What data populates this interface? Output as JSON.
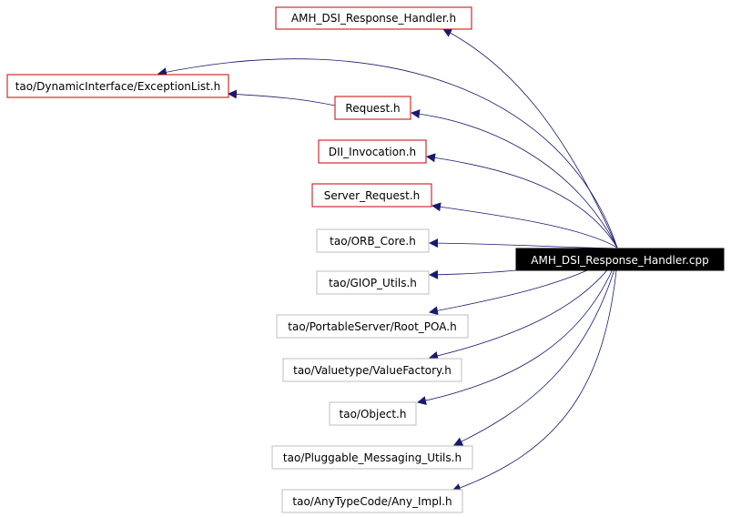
{
  "diagram": {
    "root": "AMH_DSI_Response_Handler.cpp",
    "nodes": [
      {
        "id": "amh_dsi_rh_h",
        "label": "AMH_DSI_Response_Handler.h",
        "documented": true
      },
      {
        "id": "exception_list",
        "label": "tao/DynamicInterface/ExceptionList.h",
        "documented": true
      },
      {
        "id": "request_h",
        "label": "Request.h",
        "documented": true
      },
      {
        "id": "dii_invocation",
        "label": "DII_Invocation.h",
        "documented": true
      },
      {
        "id": "server_request",
        "label": "Server_Request.h",
        "documented": true
      },
      {
        "id": "orb_core",
        "label": "tao/ORB_Core.h",
        "documented": false
      },
      {
        "id": "giop_utils",
        "label": "tao/GIOP_Utils.h",
        "documented": false
      },
      {
        "id": "root_poa",
        "label": "tao/PortableServer/Root_POA.h",
        "documented": false
      },
      {
        "id": "value_factory",
        "label": "tao/Valuetype/ValueFactory.h",
        "documented": false
      },
      {
        "id": "object_h",
        "label": "tao/Object.h",
        "documented": false
      },
      {
        "id": "pluggable_msg",
        "label": "tao/Pluggable_Messaging_Utils.h",
        "documented": false
      },
      {
        "id": "any_impl",
        "label": "tao/AnyTypeCode/Any_Impl.h",
        "documented": false
      }
    ],
    "edges": [
      {
        "from": "root",
        "to": "amh_dsi_rh_h"
      },
      {
        "from": "root",
        "to": "exception_list"
      },
      {
        "from": "root",
        "to": "request_h"
      },
      {
        "from": "root",
        "to": "dii_invocation"
      },
      {
        "from": "root",
        "to": "server_request"
      },
      {
        "from": "root",
        "to": "orb_core"
      },
      {
        "from": "root",
        "to": "giop_utils"
      },
      {
        "from": "root",
        "to": "root_poa"
      },
      {
        "from": "root",
        "to": "value_factory"
      },
      {
        "from": "root",
        "to": "object_h"
      },
      {
        "from": "root",
        "to": "pluggable_msg"
      },
      {
        "from": "root",
        "to": "any_impl"
      },
      {
        "from": "request_h",
        "to": "exception_list"
      }
    ],
    "colors": {
      "edge": "#191970",
      "documented_border": "#cc0000",
      "undocumented_border": "#bfbfbf",
      "root_fill": "#000000",
      "root_text": "#ffffff",
      "node_text": "#000000"
    }
  }
}
